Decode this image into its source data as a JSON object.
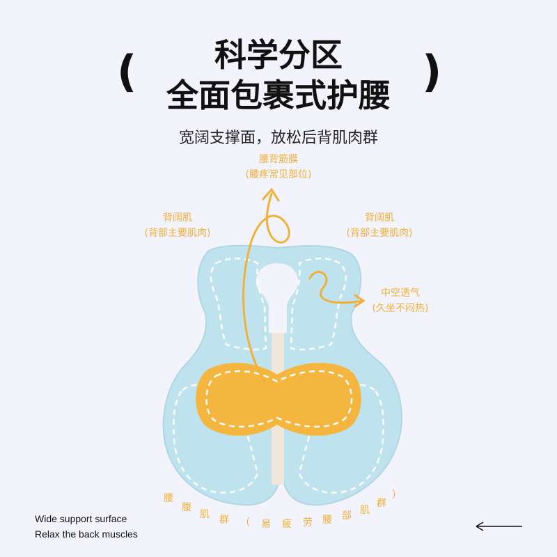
{
  "header": {
    "title_line1": "科学分区",
    "title_line2": "全面包裹式护腰",
    "left_paren": "(",
    "right_paren": ")",
    "subtitle": "宽阔支撑面，放松后背肌肉群"
  },
  "callouts": {
    "top": {
      "name": "腰背筋膜",
      "note": "(腰疼常见部位)"
    },
    "left": {
      "name": "背阔肌",
      "note": "(背部主要肌肉)"
    },
    "right": {
      "name": "背阔肌",
      "note": "(背部主要肌肉)"
    },
    "vent": {
      "name": "中空透气",
      "note": "(久坐不闷热)"
    },
    "bottom": [
      "腰",
      "腹",
      "肌",
      "群",
      "（",
      "易",
      "疲",
      "劳",
      "腰",
      "部",
      "肌",
      "群",
      "）"
    ]
  },
  "caption": {
    "line1": "Wide support surface",
    "line2": "Relax the back muscles"
  },
  "colors": {
    "background": "#f3f3fb",
    "cushion": "#bfe3ee",
    "pad": "#f4b63e",
    "accent": "#f0b03c"
  },
  "icons": {
    "arrow": "long-left-arrow-icon"
  }
}
